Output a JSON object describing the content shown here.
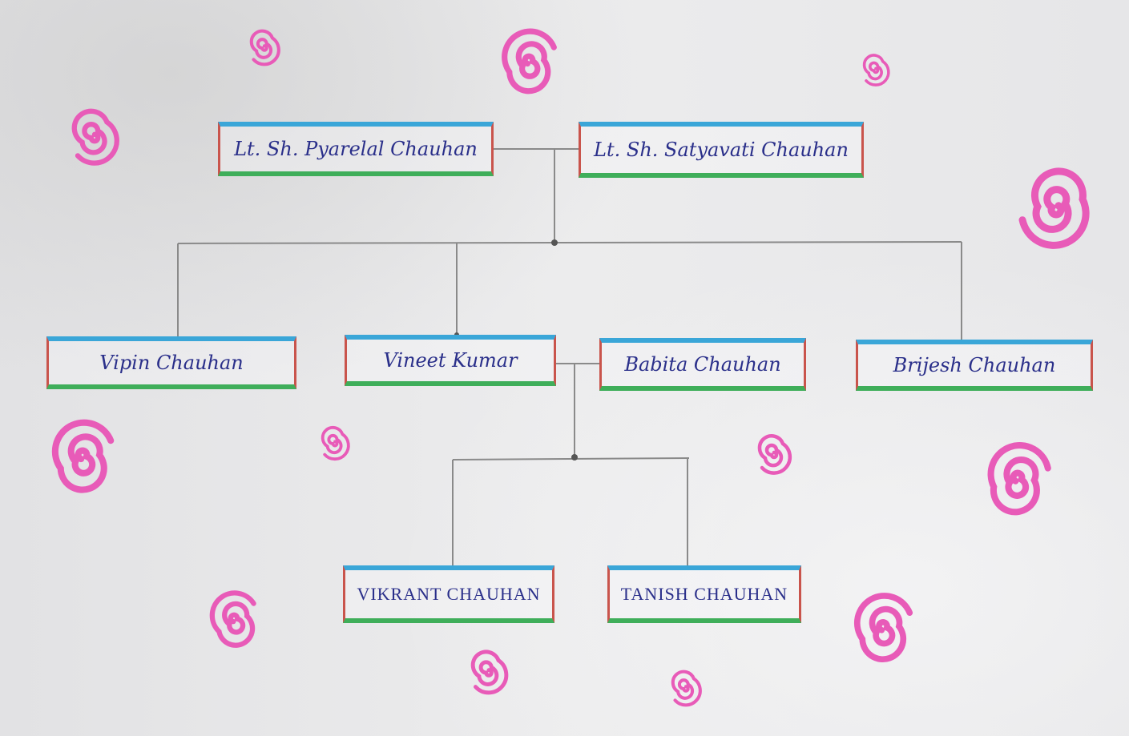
{
  "tree": {
    "grandparents": {
      "left": "Lt. Sh. Pyarelal Chauhan",
      "right": "Lt. Sh. Satyavati Chauhan"
    },
    "children": [
      "Vipin  Chauhan",
      "Vineet  Kumar",
      "Babita  Chauhan",
      "Brijesh  Chauhan"
    ],
    "grandchildren": [
      "VIKRANT CHAUHAN",
      "TANISH CHAUHAN"
    ]
  },
  "colors": {
    "box_top": "#3aa6d8",
    "box_bottom": "#3fae5a",
    "box_sides": "#c9544c",
    "ink": "#2a2f8a",
    "spiral": "#e85bb8",
    "connector": "#8a8a8a"
  },
  "decoration_icon": "spiral-icon"
}
